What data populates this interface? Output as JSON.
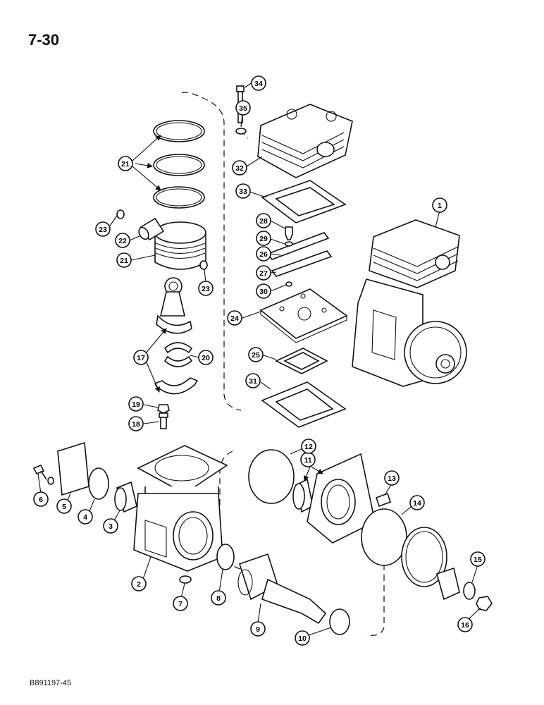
{
  "page": {
    "number": "7-30",
    "figure_code": "B891197-45"
  },
  "callouts": [
    "1",
    "2",
    "3",
    "4",
    "5",
    "6",
    "7",
    "8",
    "9",
    "10",
    "11",
    "12",
    "13",
    "14",
    "15",
    "16",
    "17",
    "18",
    "19",
    "20",
    "21",
    "22",
    "23",
    "24",
    "25",
    "26",
    "27",
    "28",
    "29",
    "30",
    "31",
    "32",
    "33",
    "34",
    "35"
  ]
}
